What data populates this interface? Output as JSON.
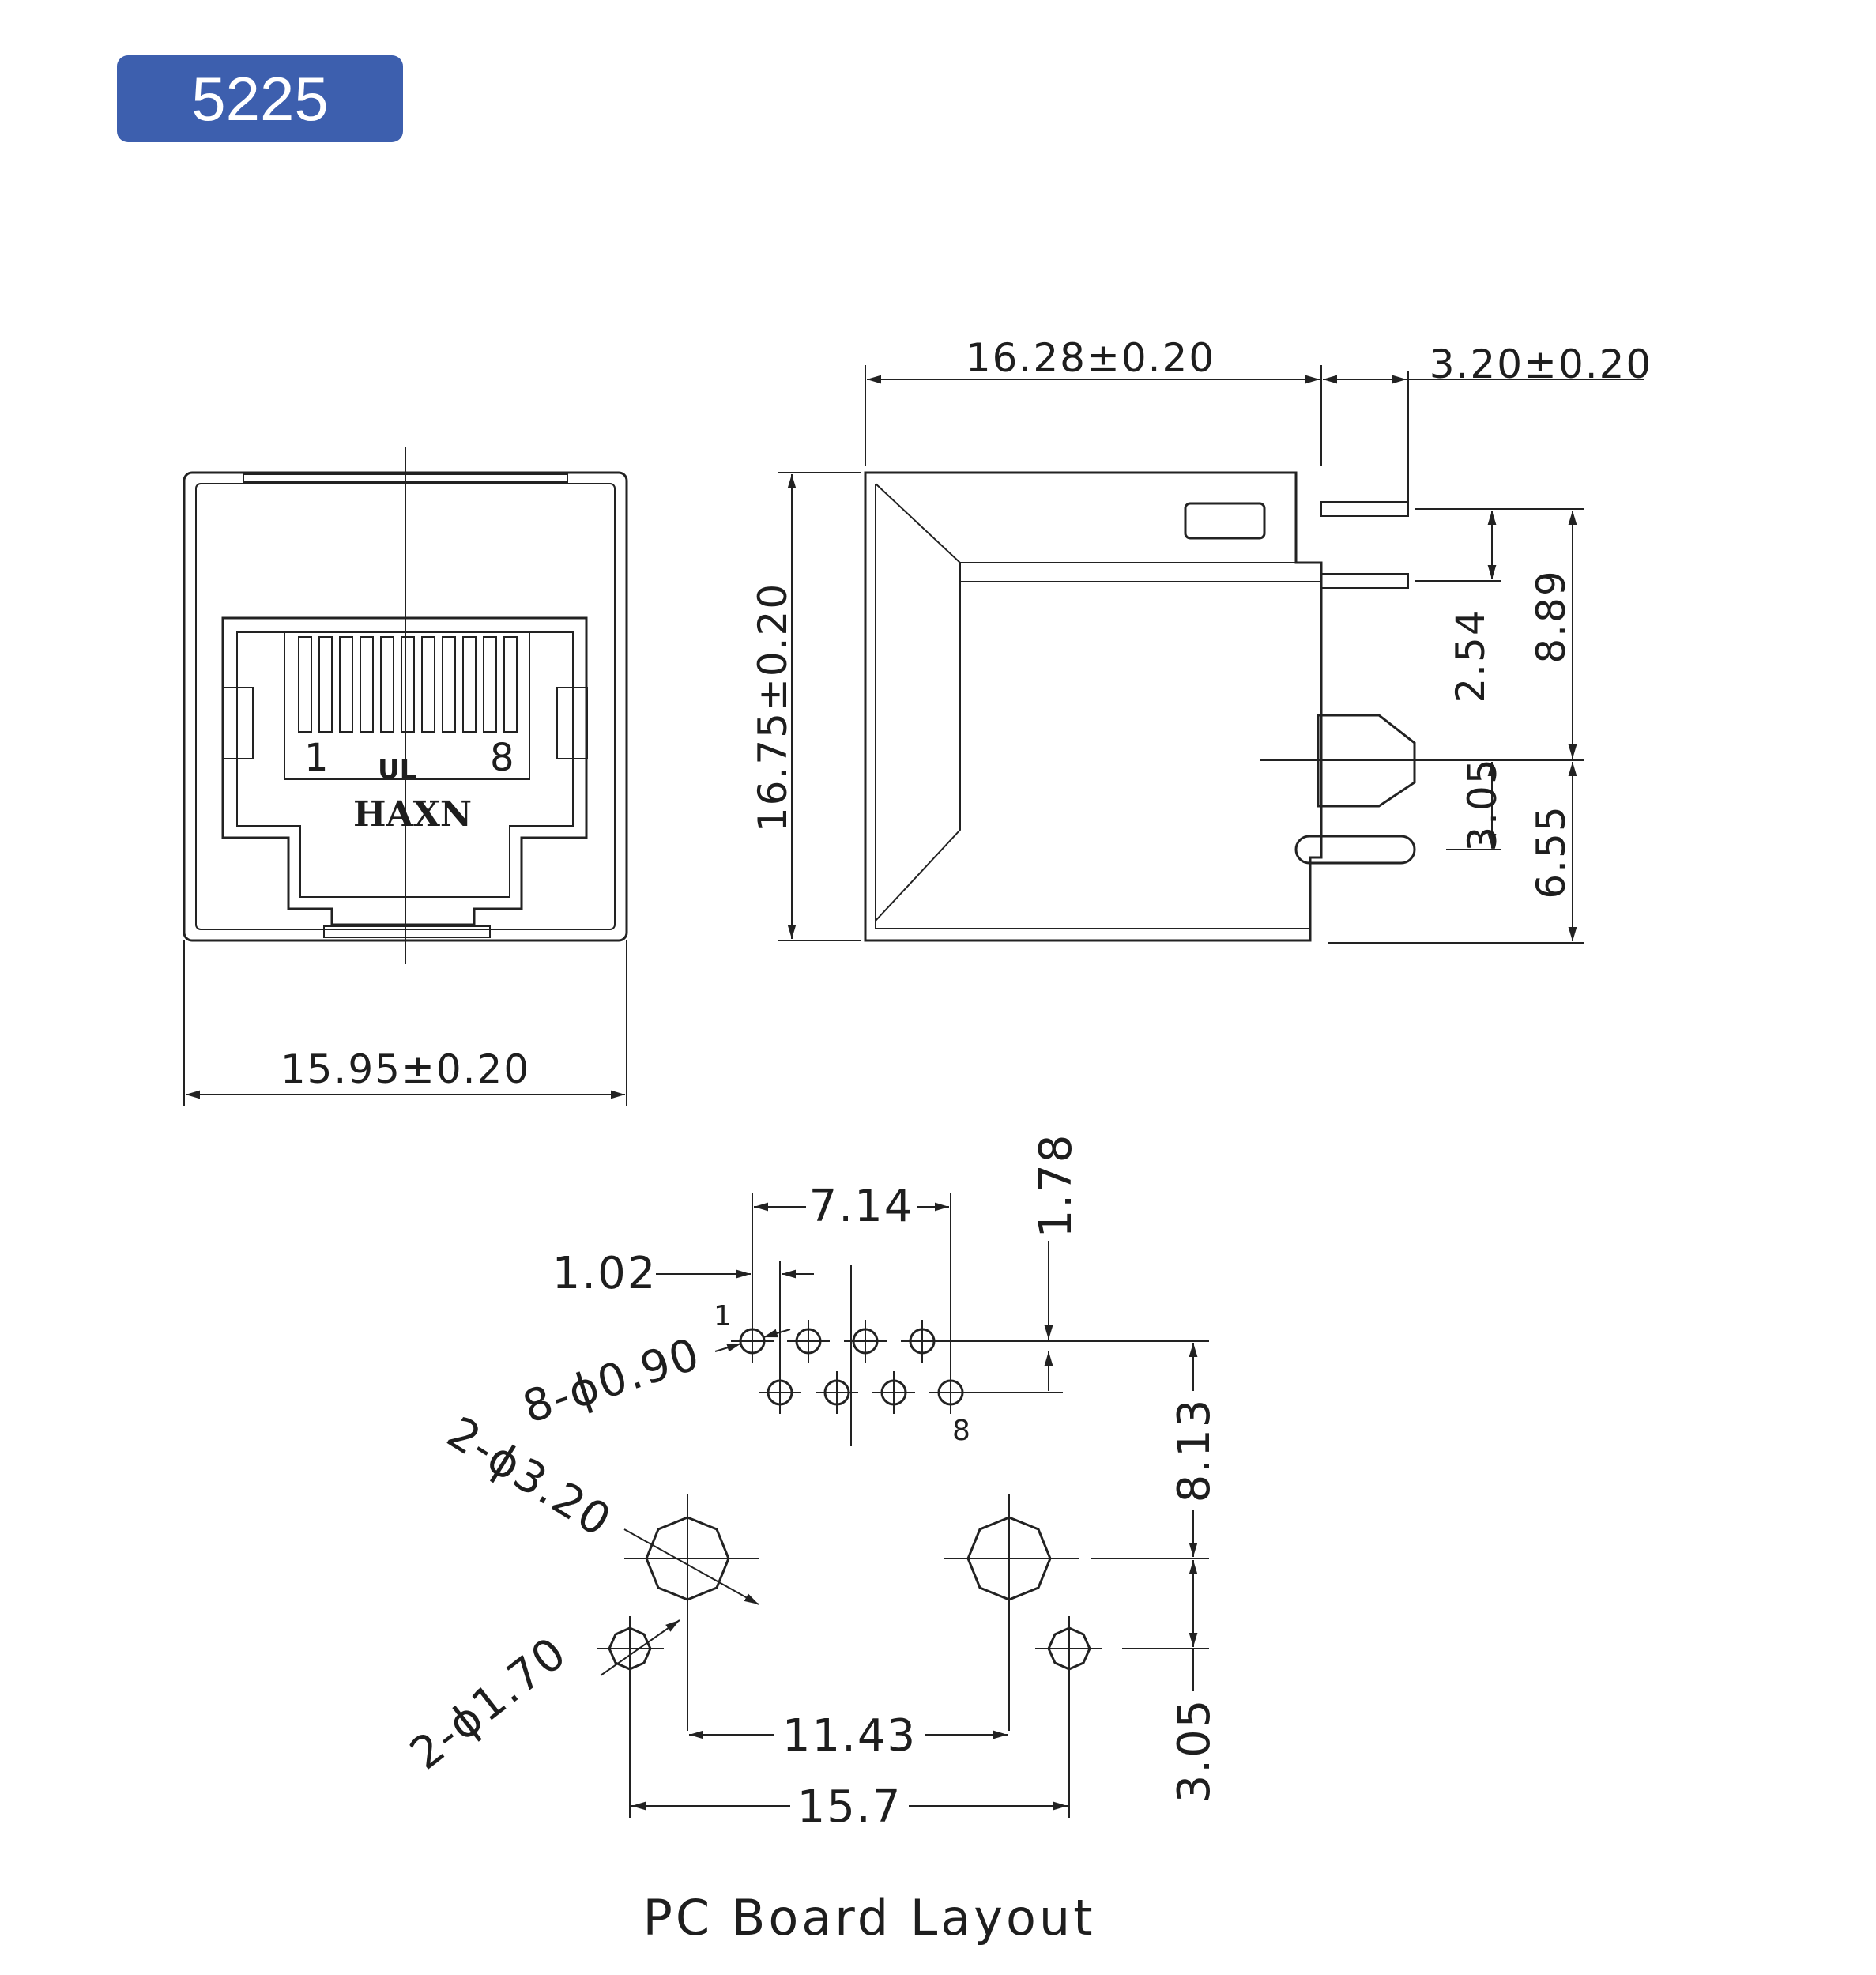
{
  "badge": {
    "label": "5225"
  },
  "front_view": {
    "pin_first": "1",
    "pin_last": "8",
    "brand": "HAXN",
    "ul_mark": "UL",
    "width": "15.95±0.20"
  },
  "side_view": {
    "length": "16.28±0.20",
    "pin_protrusion": "3.20±0.20",
    "height": "16.75±0.20",
    "pin_row_pitch": "2.54",
    "pin_to_post": "8.89",
    "post_offset": "3.05",
    "post_to_bottom": "6.55"
  },
  "pcb_layout": {
    "title": "PC Board Layout",
    "span_7_14": "7.14",
    "pitch_1_02": "1.02",
    "row_1_78": "1.78",
    "holes_signal": "8-ϕ0.90",
    "holes_post": "2-ϕ3.20",
    "holes_peg": "2-ϕ1.70",
    "span_11_43": "11.43",
    "span_15_7": "15.7",
    "v_8_13": "8.13",
    "v_3_05": "3.05",
    "pin1": "1",
    "pin8": "8"
  },
  "colors": {
    "badge": "#3d5fae",
    "ink": "#222222"
  }
}
